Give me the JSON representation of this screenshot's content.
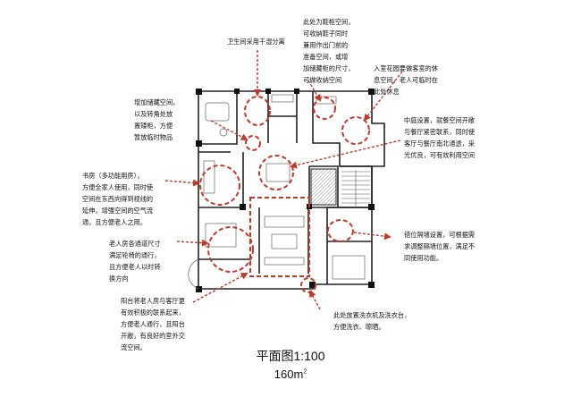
{
  "title": "平面图1:100",
  "area": "160m",
  "area_unit_sup": "2",
  "colors": {
    "accent": "#c0392b",
    "wall": "#222222",
    "line": "#7a7a7a",
    "text": "#111111"
  },
  "annotations": {
    "shoe_storage": "此处为鞋柜空间，\n可收纳鞋子同时\n兼用作出门前的\n准备空间，或增\n加储藏柜的尺寸，\n可做收纳空间",
    "bathroom": "卫生间采用干湿分离",
    "garden": "入室花园要做客室的休\n息空间，老人可临时在\n此处休息",
    "storage": "增加储藏空间，\n以及转角处放\n置矮柜，方便\n暂放临时物品",
    "dining": "中庭设置，就餐空间开敞\n与餐厅紧密联系，同时使\n客厅与餐厅南北通透，采\n光优良，可有效利用空间",
    "study": "书房（多功能用房），\n方便全家人使用，同时使\n空间在东西向得到视线的\n延伸，增强空间的空气流\n通，且方便老人之用。",
    "staggered_wall": "错位隔墙设置，可根据需\n求调整隔墙位置，满足不\n同使用功能。",
    "elderly_passage": "老人房各通道尺寸\n满足轮椅的通行，\n且方便老人以时转\n换方向",
    "balcony": "阳台将老人房与客厅更\n有效积极的联系起来，\n方便老人通行，且阳台\n开敞，有良好的室外交\n流空间。",
    "laundry": "此处放置洗衣机及洗衣台，\n方便洗衣、晾晒。"
  }
}
